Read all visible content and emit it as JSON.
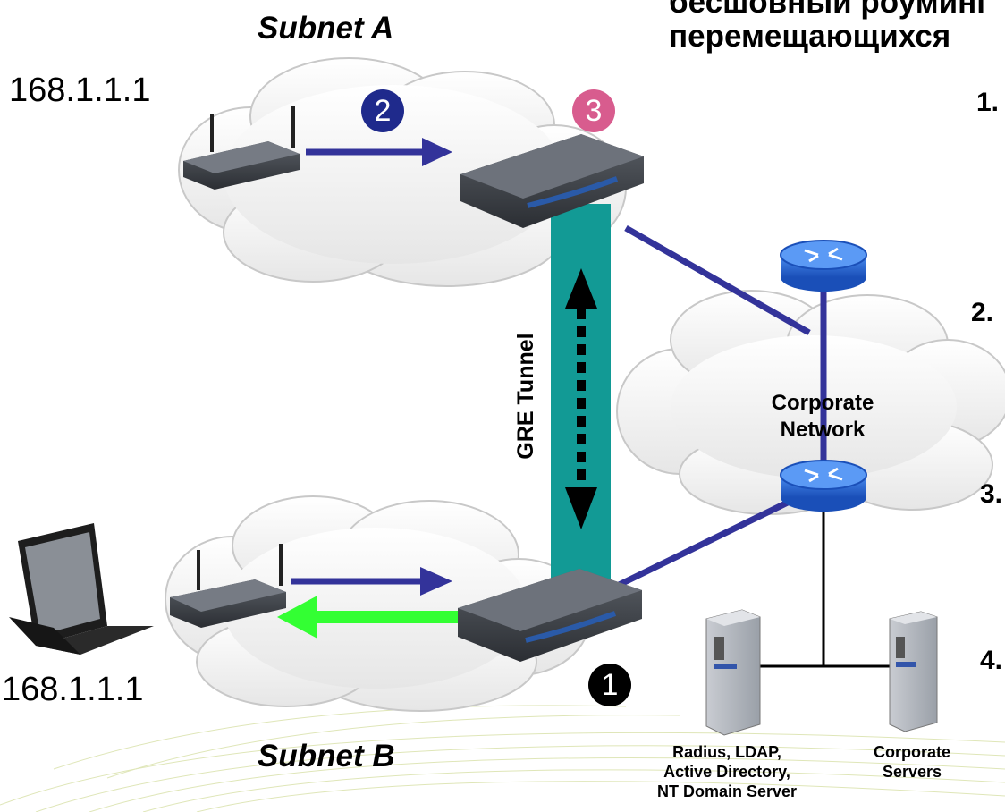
{
  "title": {
    "line1": "бесшовный роуминг",
    "line2": "перемещающихся"
  },
  "subnets": {
    "a": "Subnet A",
    "b": "Subnet B"
  },
  "ip_top": "168.1.1.1",
  "ip_bottom": "168.1.1.1",
  "tunnel_label": "GRE Tunnel",
  "network_label": {
    "line1": "Corporate",
    "line2": "Network"
  },
  "servers": {
    "auth": [
      "Radius, LDAP,",
      "Active Directory,",
      "NT Domain Server"
    ],
    "corporate": [
      "Corporate",
      "Servers"
    ]
  },
  "badges": [
    "1",
    "2",
    "3"
  ],
  "steps": [
    "1.",
    "2.",
    "3.",
    "4."
  ],
  "colors": {
    "link": "#33339a",
    "tunnel": "#129a95",
    "return_arrow": "#33ff33",
    "badge_blue": "#1f2a8c",
    "badge_pink": "#d85c8e",
    "badge_black": "#000000",
    "router": "#1f5fd6"
  }
}
